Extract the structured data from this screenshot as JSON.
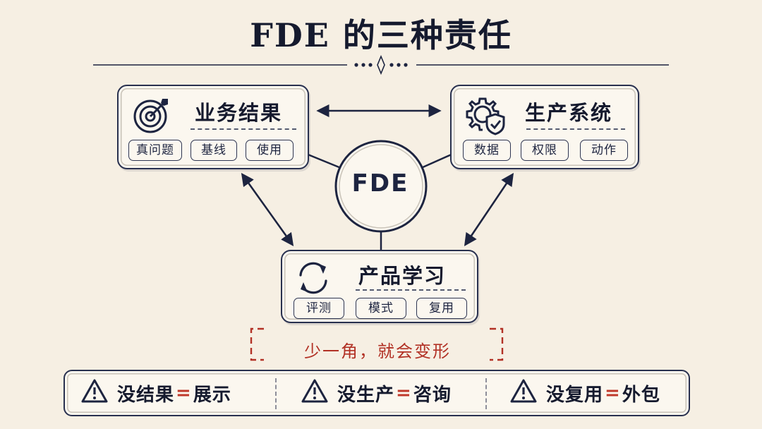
{
  "title": "FDE 的三种责任",
  "center": {
    "label": "FDE"
  },
  "cards": {
    "business": {
      "title": "业务结果",
      "icon": "target-icon",
      "chips": [
        "真问题",
        "基线",
        "使用"
      ]
    },
    "production": {
      "title": "生产系统",
      "icon": "gear-shield-icon",
      "chips": [
        "数据",
        "权限",
        "动作"
      ]
    },
    "product": {
      "title": "产品学习",
      "icon": "refresh-icon",
      "chips": [
        "评测",
        "模式",
        "复用"
      ]
    }
  },
  "warning": "少一角，就会变形",
  "summary": [
    {
      "pre": "没结果",
      "eq": "=",
      "post": "展示"
    },
    {
      "pre": "没生产",
      "eq": "=",
      "post": "咨询"
    },
    {
      "pre": "没复用",
      "eq": "=",
      "post": "外包"
    }
  ],
  "colors": {
    "navy": "#1d2440",
    "accent_red": "#b23125",
    "background": "#f6efe3"
  }
}
